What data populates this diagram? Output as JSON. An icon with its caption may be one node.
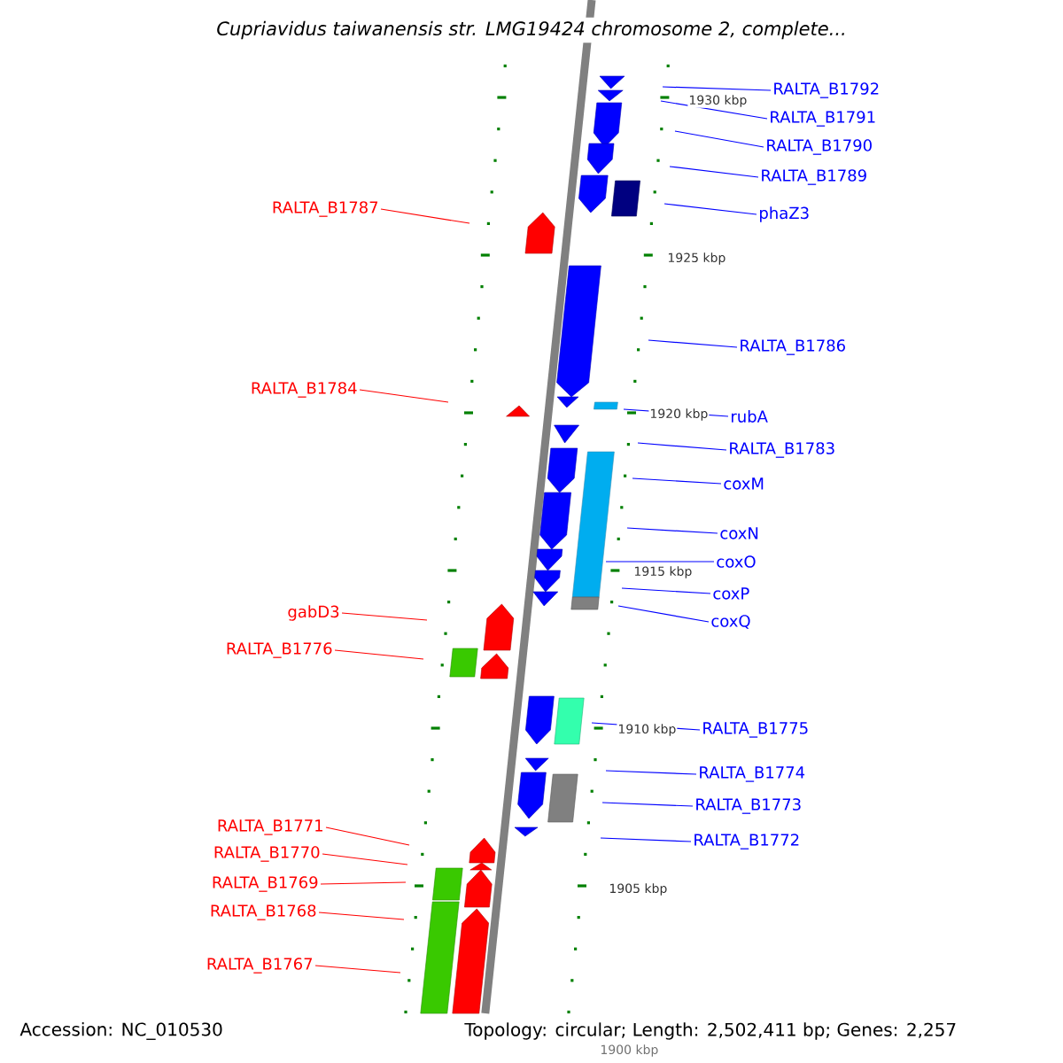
{
  "diagram": {
    "title": "Cupriavidus taiwanensis str. LMG19424 chromosome 2, complete...",
    "nodes": [
      {
        "text": [
          "RALTA_B1792"
        ]
      },
      {
        "text": [
          "RALTA_B1791"
        ]
      },
      {
        "text": [
          "RALTA_B1790"
        ]
      },
      {
        "text": [
          "RALTA_B1789"
        ]
      },
      {
        "text": [
          "phaZ3"
        ]
      },
      {
        "text": [
          "RALTA_B1787"
        ]
      },
      {
        "text": [
          "RALTA_B1786"
        ]
      },
      {
        "text": [
          "RALTA_B1784"
        ]
      },
      {
        "text": [
          "rubA"
        ]
      },
      {
        "text": [
          "RALTA_B1783"
        ]
      },
      {
        "text": [
          "coxM"
        ]
      },
      {
        "text": [
          "coxN"
        ]
      },
      {
        "text": [
          "coxO"
        ]
      },
      {
        "text": [
          "coxP"
        ]
      },
      {
        "text": [
          "gabD3"
        ]
      },
      {
        "text": [
          "coxQ"
        ]
      },
      {
        "text": [
          "RALTA_B1776"
        ]
      },
      {
        "text": [
          "RALTA_B1775"
        ]
      },
      {
        "text": [
          "RALTA_B1774"
        ]
      },
      {
        "text": [
          "RALTA_B1773"
        ]
      },
      {
        "text": [
          "RALTA_B1771"
        ]
      },
      {
        "text": [
          "RALTA_B1772"
        ]
      },
      {
        "text": [
          "RALTA_B1770"
        ]
      },
      {
        "text": [
          "RALTA_B1769"
        ]
      },
      {
        "text": [
          "RALTA_B1768"
        ]
      },
      {
        "text": [
          "RALTA_B1767"
        ]
      }
    ],
    "edges": [
      {
        "from": 0,
        "to": null,
        "arrow": "none"
      },
      {
        "from": 1,
        "to": null,
        "arrow": "none"
      },
      {
        "from": 2,
        "to": null,
        "arrow": "none"
      },
      {
        "from": 3,
        "to": null,
        "arrow": "none"
      },
      {
        "from": 4,
        "to": null,
        "arrow": "none"
      },
      {
        "from": 5,
        "to": null,
        "arrow": "none",
        "color": "#ff0000"
      },
      {
        "from": 6,
        "to": null,
        "arrow": "none"
      },
      {
        "from": 7,
        "to": null,
        "arrow": "none",
        "color": "#ff0000"
      },
      {
        "from": 8,
        "to": null,
        "arrow": "none"
      },
      {
        "from": 9,
        "to": null,
        "arrow": "none"
      },
      {
        "from": 10,
        "to": null,
        "arrow": "none"
      },
      {
        "from": 11,
        "to": null,
        "arrow": "none"
      },
      {
        "from": 12,
        "to": null,
        "arrow": "none"
      },
      {
        "from": 13,
        "to": null,
        "arrow": "none"
      },
      {
        "from": 14,
        "to": null,
        "arrow": "none",
        "color": "#ff0000"
      },
      {
        "from": 15,
        "to": null,
        "arrow": "none"
      },
      {
        "from": 16,
        "to": null,
        "arrow": "none",
        "color": "#ff0000"
      },
      {
        "from": 17,
        "to": null,
        "arrow": "none"
      },
      {
        "from": 18,
        "to": null,
        "arrow": "none"
      },
      {
        "from": 19,
        "to": null,
        "arrow": "none"
      },
      {
        "from": 20,
        "to": null,
        "arrow": "none",
        "color": "#ff0000"
      },
      {
        "from": 21,
        "to": null,
        "arrow": "none"
      },
      {
        "from": 22,
        "to": null,
        "arrow": "none",
        "color": "#ff0000"
      },
      {
        "from": 23,
        "to": null,
        "arrow": "none",
        "color": "#ff0000"
      },
      {
        "from": 24,
        "to": null,
        "arrow": "none",
        "color": "#ff0000"
      },
      {
        "from": 25,
        "to": null,
        "arrow": "none",
        "color": "#ff0000"
      }
    ],
    "labels": [
      "1930 kbp",
      "1925 kbp",
      "1920 kbp",
      "1915 kbp",
      "1910 kbp",
      "1905 kbp",
      "Accession: NC_010530",
      "Topology: circular; Length: 2,502,411 bp; Genes: 2,257",
      "1900 kbp"
    ]
  }
}
